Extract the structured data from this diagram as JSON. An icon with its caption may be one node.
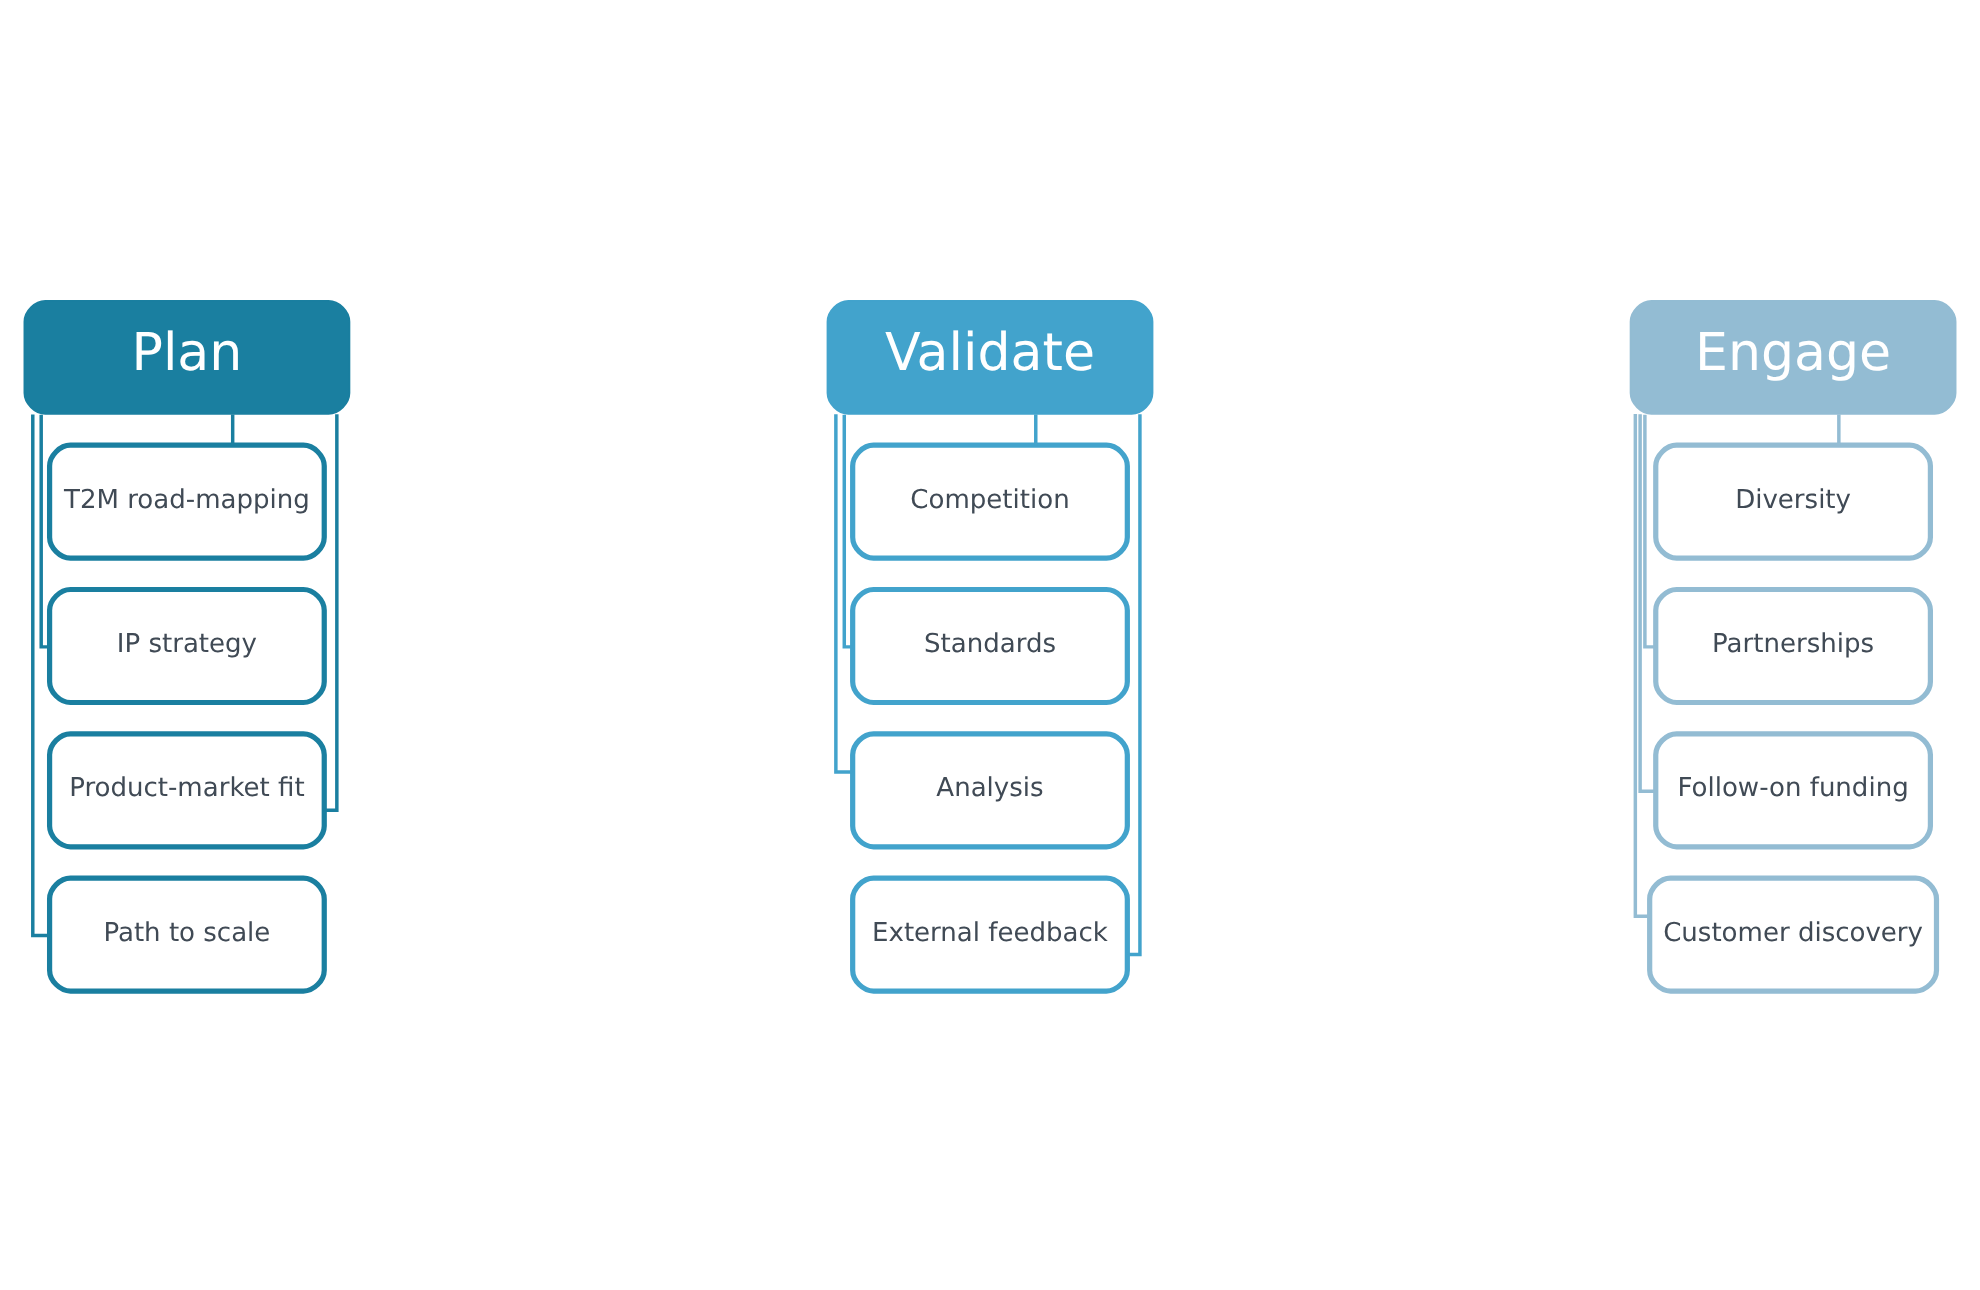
{
  "diagram": {
    "nodes": [
      {
        "text": [
          "Plan"
        ]
      },
      {
        "text": [
          "T2M road-mapping"
        ]
      },
      {
        "text": [
          "IP strategy"
        ]
      },
      {
        "text": [
          "Product-market fit"
        ]
      },
      {
        "text": [
          "Path to scale"
        ]
      },
      {
        "text": [
          "Validate"
        ]
      },
      {
        "text": [
          "Competition"
        ]
      },
      {
        "text": [
          "Standards"
        ]
      },
      {
        "text": [
          "Analysis"
        ]
      },
      {
        "text": [
          "External feedback"
        ]
      },
      {
        "text": [
          "Engage"
        ]
      },
      {
        "text": [
          "Diversity"
        ]
      },
      {
        "text": [
          "Partnerships"
        ]
      },
      {
        "text": [
          "Follow-on funding"
        ]
      },
      {
        "text": [
          "Customer discovery"
        ]
      }
    ],
    "edges": [
      {
        "from": 0,
        "to": 1,
        "arrow": "none",
        "color": "#1a7fa0"
      },
      {
        "from": 0,
        "to": 2,
        "arrow": "none",
        "color": "#1a7fa0"
      },
      {
        "from": 0,
        "to": 3,
        "arrow": "none",
        "color": "#1a7fa0"
      },
      {
        "from": 0,
        "to": 4,
        "arrow": "none",
        "color": "#1a7fa0"
      },
      {
        "from": 5,
        "to": 6,
        "arrow": "none",
        "color": "#42a3cc"
      },
      {
        "from": 5,
        "to": 7,
        "arrow": "none",
        "color": "#42a3cc"
      },
      {
        "from": 5,
        "to": 8,
        "arrow": "none",
        "color": "#42a3cc"
      },
      {
        "from": 5,
        "to": 9,
        "arrow": "none",
        "color": "#42a3cc"
      },
      {
        "from": 10,
        "to": 11,
        "arrow": "none",
        "color": "#93bcd3"
      },
      {
        "from": 10,
        "to": 12,
        "arrow": "none",
        "color": "#93bcd3"
      },
      {
        "from": 10,
        "to": 13,
        "arrow": "none",
        "color": "#93bcd3"
      },
      {
        "from": 10,
        "to": 14,
        "arrow": "none",
        "color": "#93bcd3"
      }
    ]
  }
}
